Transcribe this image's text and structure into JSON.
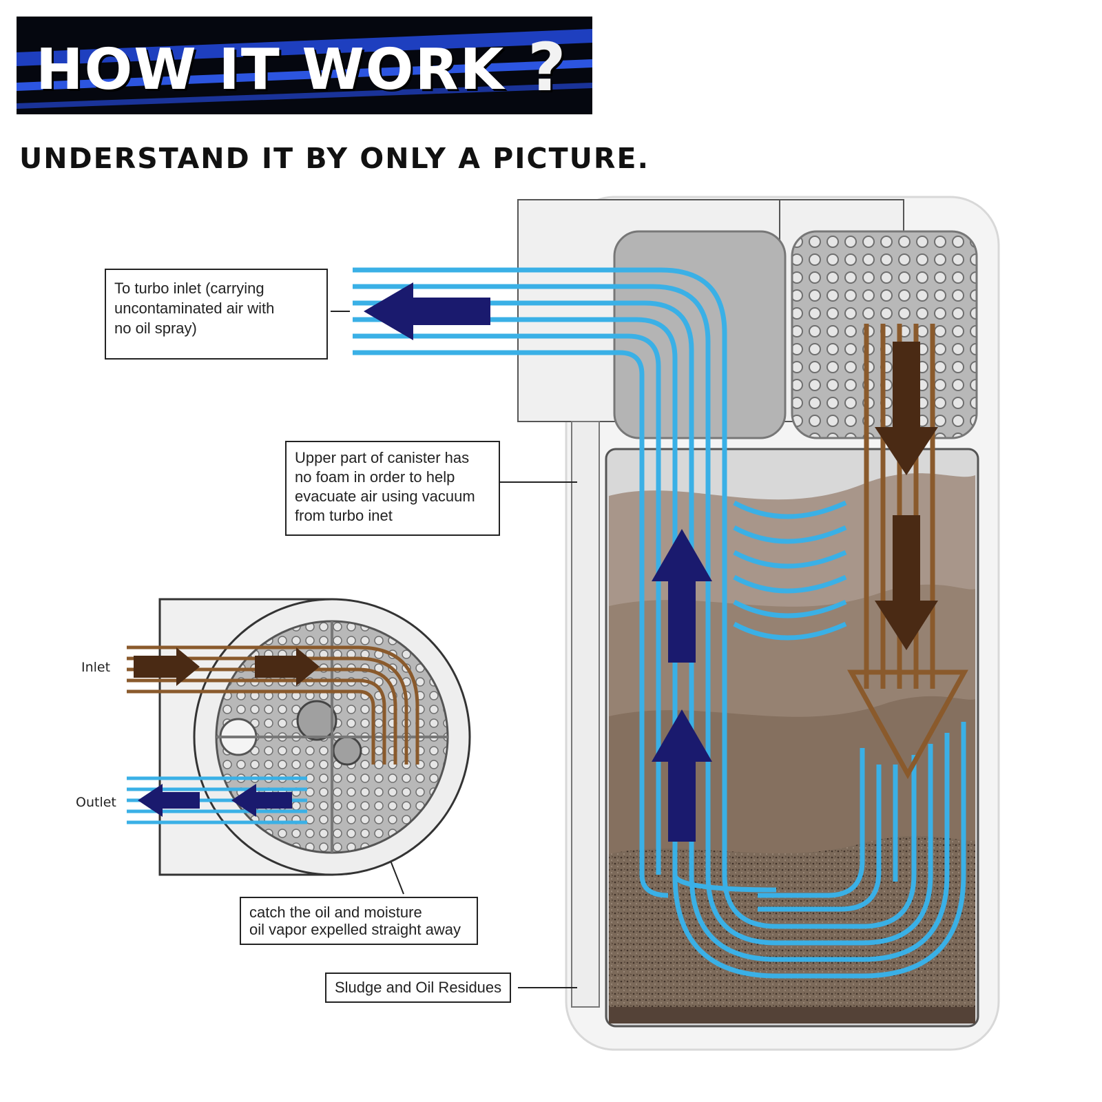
{
  "banner": {
    "text": "HOW IT WORK",
    "mark": "?"
  },
  "subtitle": "UNDERSTAND IT BY ONLY A PICTURE.",
  "callouts": {
    "turbo_inlet": [
      "To turbo inlet (carrying",
      "uncontaminated air with",
      "no oil spray)"
    ],
    "upper_part": [
      "Upper part of canister has",
      "no foam in order to help",
      "evacuate air using vacuum",
      "from turbo inet"
    ],
    "catch_oil": [
      "catch the oil and moisture",
      "oil vapor expelled straight away"
    ],
    "sludge": "Sludge and Oil Residues"
  },
  "side_labels": {
    "inlet": "Inlet",
    "outlet": "Outlet"
  },
  "colors": {
    "clean_air": "#3ab0e6",
    "dirty_air": "#8a5a2c",
    "arrow_blue": "#1a1a6e",
    "arrow_brown": "#4a2a14",
    "sludge": "#6e5a4a",
    "canister_outline": "#cccccc"
  }
}
